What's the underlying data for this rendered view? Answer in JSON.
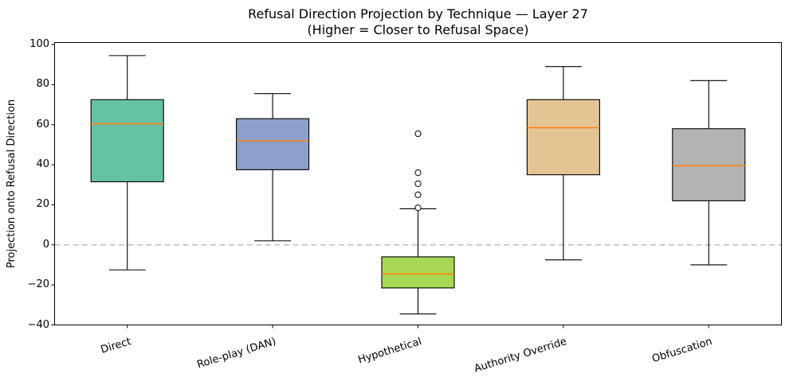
{
  "chart_data": {
    "type": "boxplot",
    "title": "Refusal Direction Projection by Technique — Layer 27",
    "subtitle": "(Higher = Closer to Refusal Space)",
    "ylabel": "Projection onto Refusal Direction",
    "xlabel": "",
    "categories": [
      "Direct",
      "Role-play (DAN)",
      "Hypothetical",
      "Authority Override",
      "Obfuscation"
    ],
    "series": [
      {
        "name": "Direct",
        "whisker_low": -12.5,
        "q1": 31.5,
        "median": 60.5,
        "q3": 72.5,
        "whisker_high": 94.5,
        "outliers": [],
        "color": "#66c2a5"
      },
      {
        "name": "Role-play (DAN)",
        "whisker_low": 2,
        "q1": 37.5,
        "median": 52,
        "q3": 63,
        "whisker_high": 75.5,
        "outliers": [],
        "color": "#8da0cb"
      },
      {
        "name": "Hypothetical",
        "whisker_low": -34.5,
        "q1": -21.5,
        "median": -14.5,
        "q3": -6,
        "whisker_high": 18,
        "outliers": [
          18.5,
          25,
          30.5,
          36,
          55.5
        ],
        "color": "#a6d854"
      },
      {
        "name": "Authority Override",
        "whisker_low": -7.5,
        "q1": 35,
        "median": 58.5,
        "q3": 72.5,
        "whisker_high": 89,
        "outliers": [],
        "color": "#e5c494"
      },
      {
        "name": "Obfuscation",
        "whisker_low": -10,
        "q1": 22,
        "median": 39.5,
        "q3": 58,
        "whisker_high": 82,
        "outliers": [],
        "color": "#b3b3b3"
      }
    ],
    "y_ticks": [
      -40,
      -20,
      0,
      20,
      40,
      60,
      80,
      100
    ],
    "ylim": [
      -40,
      101
    ],
    "reference_line": {
      "y": 0,
      "style": "dashed",
      "color": "#c3c3c3"
    },
    "median_color": "#ff7f0e",
    "box_edge_color": "#000000",
    "background_color": "#ffffff",
    "legend": "none",
    "grid": "off"
  }
}
